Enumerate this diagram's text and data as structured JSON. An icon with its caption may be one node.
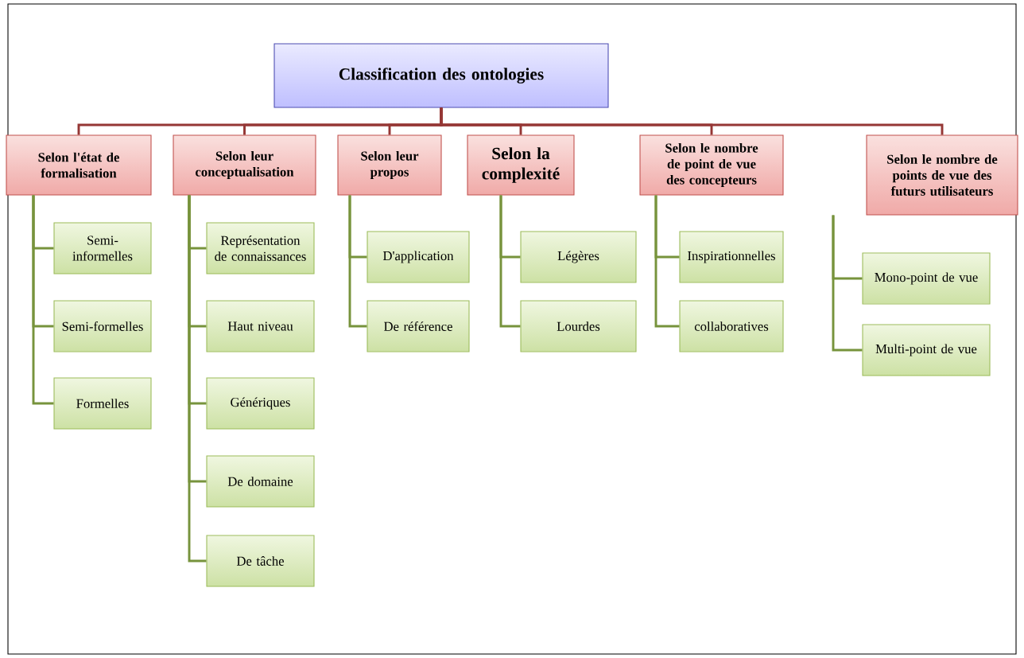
{
  "diagram": {
    "nodes": [
      {
        "text": [
          "Classification des ontologies"
        ]
      },
      {
        "text": [
          "Selon l'état de formalisation"
        ]
      },
      {
        "text": [
          "Selon leur conceptualisation"
        ]
      },
      {
        "text": [
          "Selon leur propos"
        ]
      },
      {
        "text": [
          "Selon la complexité"
        ]
      },
      {
        "text": [
          "Selon le nombre de point de vue des concepteurs"
        ]
      },
      {
        "text": [
          "Selon le nombre de points de vue des futurs utilisateurs"
        ]
      },
      {
        "text": [
          "Semi-informelles"
        ]
      },
      {
        "text": [
          "Semi-formelles"
        ]
      },
      {
        "text": [
          "Formelles"
        ]
      },
      {
        "text": [
          "Représentation de connaissances"
        ]
      },
      {
        "text": [
          "Haut niveau"
        ]
      },
      {
        "text": [
          "Génériques"
        ]
      },
      {
        "text": [
          "De domaine"
        ]
      },
      {
        "text": [
          "De tâche"
        ]
      },
      {
        "text": [
          "D'application"
        ]
      },
      {
        "text": [
          "De référence"
        ]
      },
      {
        "text": [
          "Légères"
        ]
      },
      {
        "text": [
          "Lourdes"
        ]
      },
      {
        "text": [
          "Inspirationnelles"
        ]
      },
      {
        "text": [
          "collaboratives"
        ]
      },
      {
        "text": [
          "Mono-point de vue"
        ]
      },
      {
        "text": [
          "Multi-point de vue"
        ]
      }
    ],
    "edges": [
      {
        "from": 0,
        "to": 1,
        "arrow": "none",
        "color": "#953735"
      },
      {
        "from": 0,
        "to": 2,
        "arrow": "none",
        "color": "#953735"
      },
      {
        "from": 0,
        "to": 3,
        "arrow": "none",
        "color": "#953735"
      },
      {
        "from": 0,
        "to": 4,
        "arrow": "none",
        "color": "#953735"
      },
      {
        "from": 0,
        "to": 5,
        "arrow": "none",
        "color": "#953735"
      },
      {
        "from": 0,
        "to": 6,
        "arrow": "none",
        "color": "#953735"
      },
      {
        "from": 1,
        "to": 7,
        "arrow": "none"
      },
      {
        "from": 1,
        "to": 8,
        "arrow": "none"
      },
      {
        "from": 1,
        "to": 9,
        "arrow": "none"
      },
      {
        "from": 2,
        "to": 10,
        "arrow": "none"
      },
      {
        "from": 2,
        "to": 11,
        "arrow": "none"
      },
      {
        "from": 2,
        "to": 12,
        "arrow": "none"
      },
      {
        "from": 2,
        "to": 13,
        "arrow": "none"
      },
      {
        "from": 2,
        "to": 14,
        "arrow": "none"
      },
      {
        "from": 3,
        "to": 15,
        "arrow": "none"
      },
      {
        "from": 3,
        "to": 16,
        "arrow": "none"
      },
      {
        "from": 4,
        "to": 17,
        "arrow": "none"
      },
      {
        "from": 4,
        "to": 18,
        "arrow": "none"
      },
      {
        "from": 5,
        "to": 19,
        "arrow": "none"
      },
      {
        "from": 5,
        "to": 20,
        "arrow": "none"
      },
      {
        "from": 6,
        "to": 21,
        "arrow": "none"
      },
      {
        "from": 6,
        "to": 22,
        "arrow": "none"
      }
    ]
  }
}
